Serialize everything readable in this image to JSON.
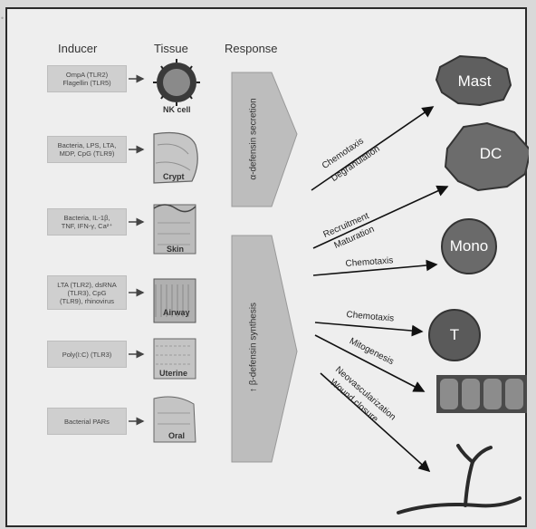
{
  "background_text": [
    "...",
    "...",
    "..."
  ],
  "headers": {
    "inducer": "Inducer",
    "tissue": "Tissue",
    "response": "Response"
  },
  "inducers": [
    "OmpA (TLR2)\nFlagellin (TLR5)",
    "Bacteria, LPS, LTA,\nMDP, CpG (TLR9)",
    "Bacteria, IL-1β,\nTNF, IFN-γ, Ca²⁺",
    "LTA (TLR2), dsRNA\n(TLR3), CpG\n(TLR9), rhinovirus",
    "Poly(I:C) (TLR3)",
    "Bacterial PARs"
  ],
  "tissues": [
    "NK cell",
    "Crypt",
    "Skin",
    "Airway",
    "Uterine",
    "Oral"
  ],
  "responses": {
    "alpha": "α-defensin secretion",
    "beta": "↑ β-defensin synthesis"
  },
  "targets": {
    "mast": "Mast",
    "dc": "DC",
    "mono": "Mono",
    "t": "T"
  },
  "arrow_labels": {
    "mast_1": "Chemotaxis",
    "mast_2": "Degranulation",
    "dc_1": "Recruitment",
    "dc_2": "Maturation",
    "mono": "Chemotaxis",
    "t": "Chemotaxis",
    "epi": "Mitogenesis",
    "vessel_1": "Neovascularization",
    "vessel_2": "Wound closure"
  },
  "colors": {
    "box": "#cfcfcf",
    "cell": "#6a6a6a",
    "nk_ring": "#8a8a8a",
    "band": "#bdbdbd"
  }
}
